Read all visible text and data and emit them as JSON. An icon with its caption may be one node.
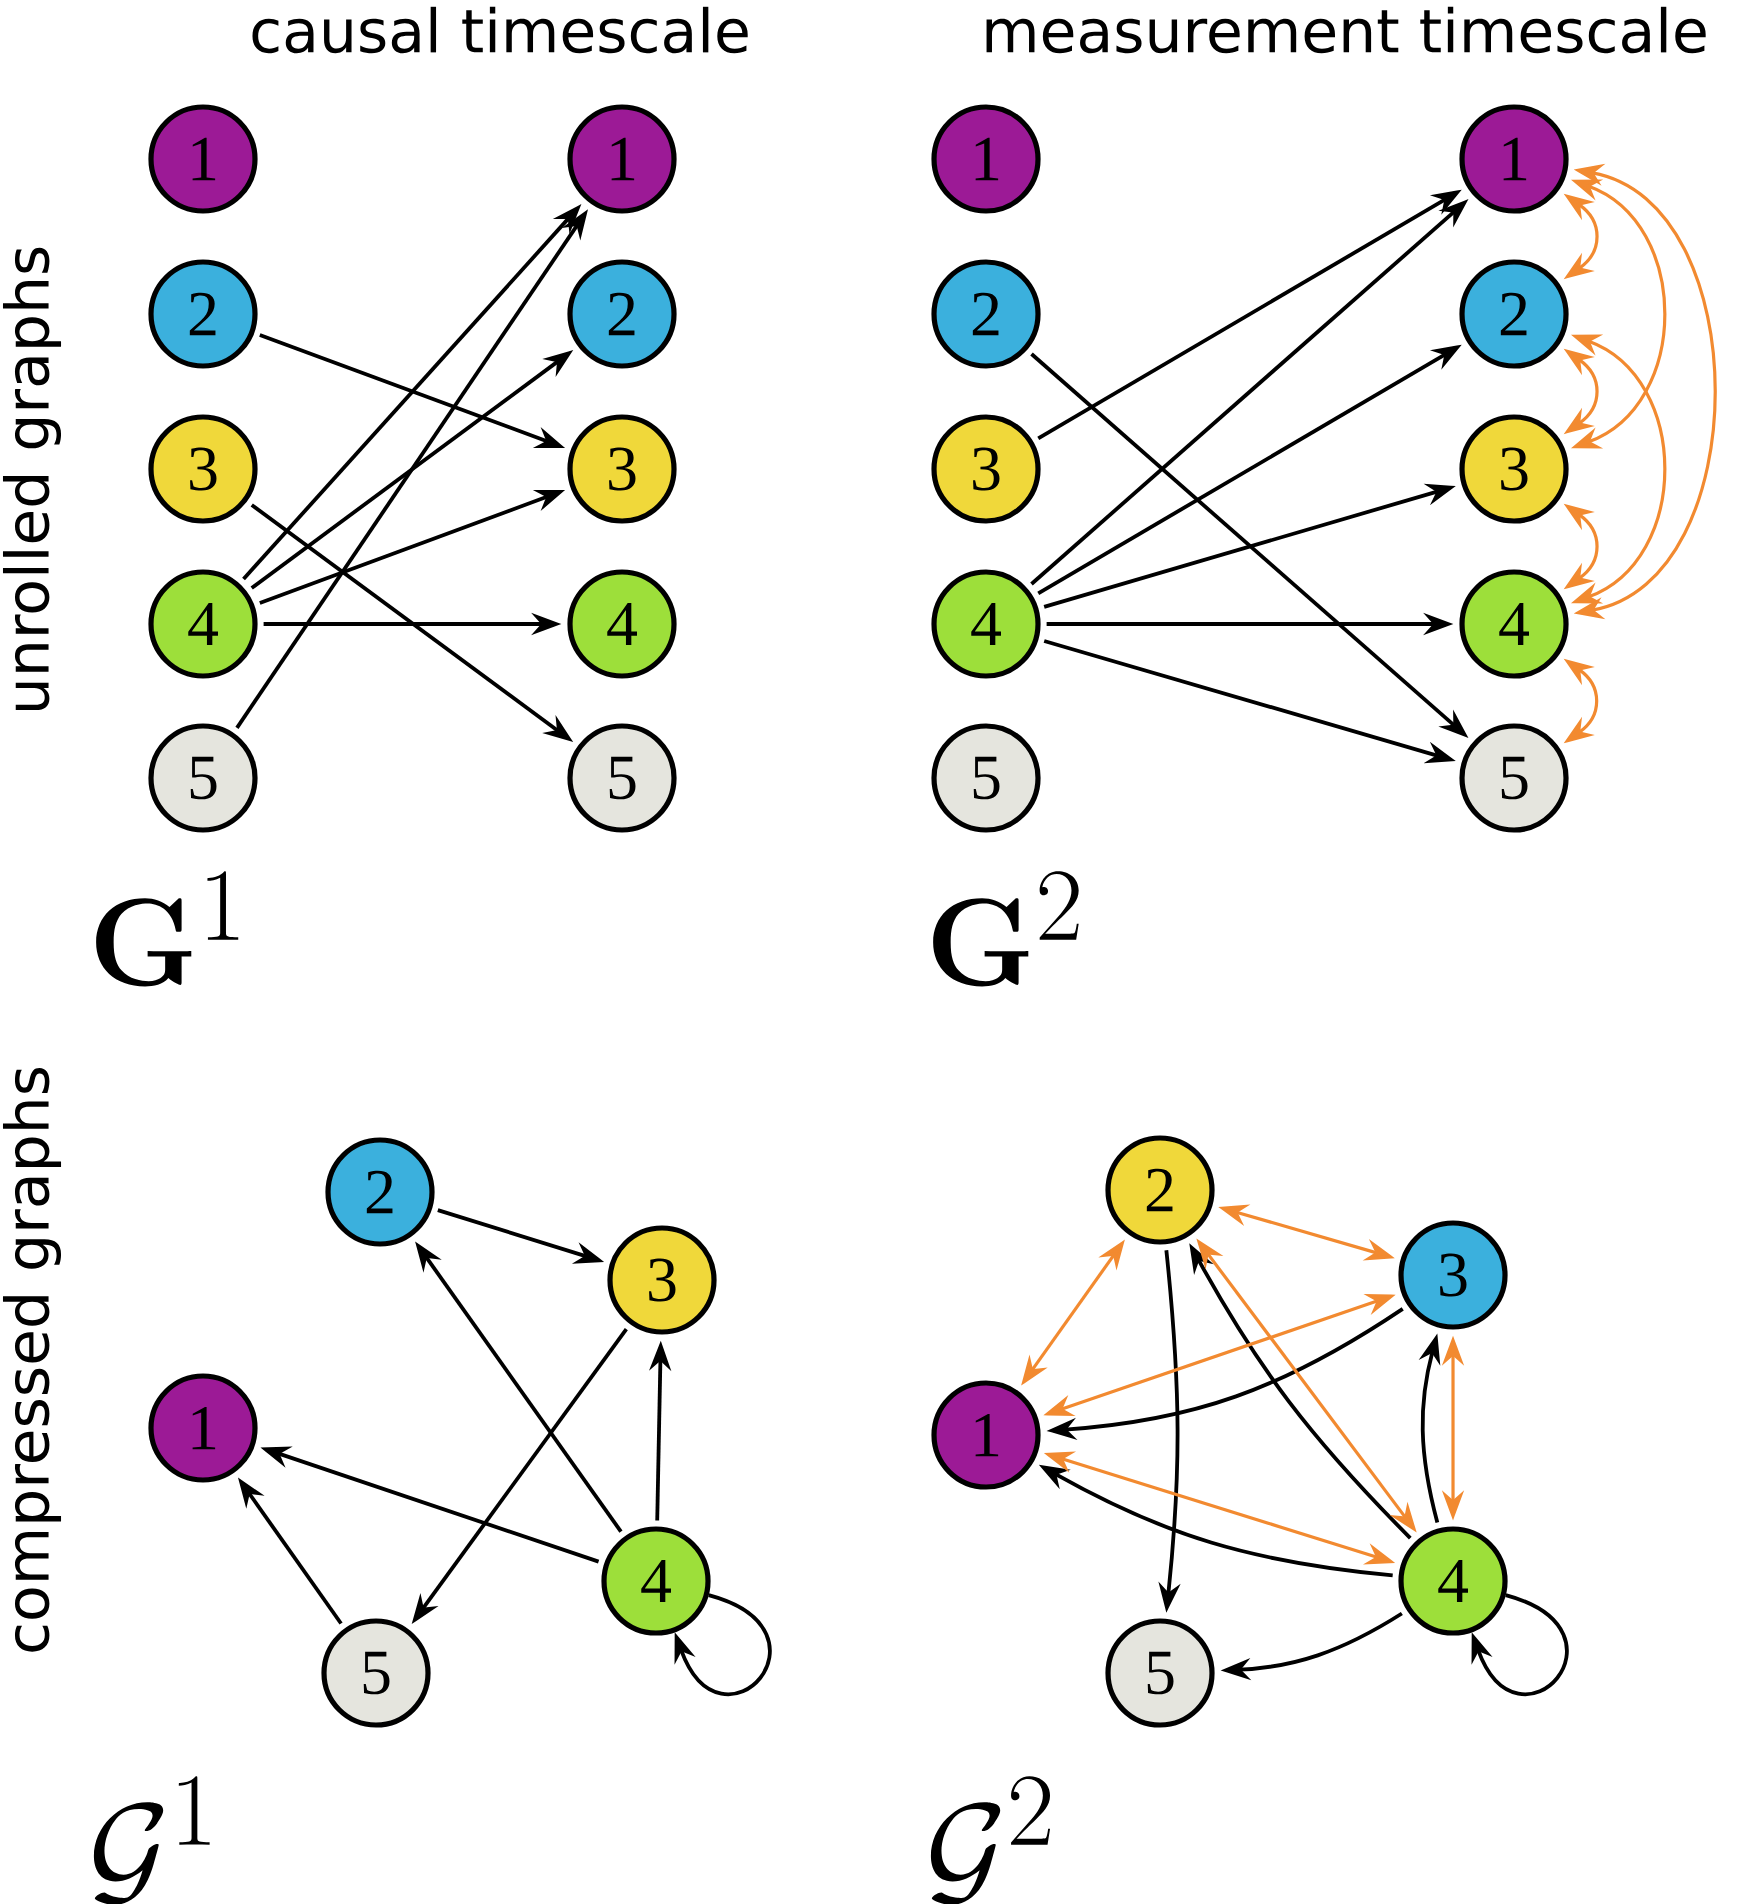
{
  "diagram": {
    "nodes": [
      {
        "text": [
          "1"
        ]
      },
      {
        "text": [
          "2"
        ]
      },
      {
        "text": [
          "3"
        ]
      },
      {
        "text": [
          "4"
        ]
      },
      {
        "text": [
          "5"
        ]
      },
      {
        "text": [
          "1"
        ]
      },
      {
        "text": [
          "2"
        ]
      },
      {
        "text": [
          "3"
        ]
      },
      {
        "text": [
          "4"
        ]
      },
      {
        "text": [
          "5"
        ]
      },
      {
        "text": [
          "1"
        ]
      },
      {
        "text": [
          "2"
        ]
      },
      {
        "text": [
          "3"
        ]
      },
      {
        "text": [
          "4"
        ]
      },
      {
        "text": [
          "5"
        ]
      },
      {
        "text": [
          "1"
        ]
      },
      {
        "text": [
          "2"
        ]
      },
      {
        "text": [
          "3"
        ]
      },
      {
        "text": [
          "4"
        ]
      },
      {
        "text": [
          "5"
        ]
      },
      {
        "text": [
          "2"
        ]
      },
      {
        "text": [
          "3"
        ]
      },
      {
        "text": [
          "1"
        ]
      },
      {
        "text": [
          "4"
        ]
      },
      {
        "text": [
          "5"
        ]
      },
      {
        "text": [
          "2"
        ]
      },
      {
        "text": [
          "3"
        ]
      },
      {
        "text": [
          "1"
        ]
      },
      {
        "text": [
          "4"
        ]
      },
      {
        "text": [
          "5"
        ]
      }
    ],
    "edges": [
      {
        "from": 1,
        "to": 7,
        "arrow": "to"
      },
      {
        "from": 2,
        "to": 9,
        "arrow": "to"
      },
      {
        "from": 3,
        "to": 5,
        "arrow": "to"
      },
      {
        "from": 4,
        "to": 5,
        "arrow": "to"
      },
      {
        "from": 3,
        "to": 6,
        "arrow": "to"
      },
      {
        "from": 3,
        "to": 7,
        "arrow": "to"
      },
      {
        "from": 3,
        "to": 8,
        "arrow": "to"
      },
      {
        "from": 12,
        "to": 15,
        "arrow": "to"
      },
      {
        "from": 13,
        "to": 15,
        "arrow": "to"
      },
      {
        "from": 13,
        "to": 16,
        "arrow": "to"
      },
      {
        "from": 13,
        "to": 17,
        "arrow": "to"
      },
      {
        "from": 13,
        "to": 18,
        "arrow": "to"
      },
      {
        "from": 13,
        "to": 19,
        "arrow": "to"
      },
      {
        "from": 11,
        "to": 19,
        "arrow": "to"
      },
      {
        "from": 15,
        "to": 16,
        "arrow": "both",
        "color": "#f28a30"
      },
      {
        "from": 15,
        "to": 17,
        "arrow": "both",
        "color": "#f28a30"
      },
      {
        "from": 15,
        "to": 18,
        "arrow": "both",
        "color": "#f28a30"
      },
      {
        "from": 16,
        "to": 17,
        "arrow": "both",
        "color": "#f28a30"
      },
      {
        "from": 16,
        "to": 18,
        "arrow": "both",
        "color": "#f28a30"
      },
      {
        "from": 17,
        "to": 18,
        "arrow": "both",
        "color": "#f28a30"
      },
      {
        "from": 18,
        "to": 19,
        "arrow": "both",
        "color": "#f28a30"
      },
      {
        "from": 20,
        "to": 21,
        "arrow": "to"
      },
      {
        "from": 23,
        "to": 20,
        "arrow": "to"
      },
      {
        "from": 23,
        "to": 21,
        "arrow": "to"
      },
      {
        "from": 21,
        "to": 24,
        "arrow": "to"
      },
      {
        "from": 23,
        "to": 22,
        "arrow": "to"
      },
      {
        "from": 24,
        "to": 22,
        "arrow": "to"
      },
      {
        "from": 23,
        "to": 23,
        "arrow": "to"
      },
      {
        "from": 25,
        "to": 29,
        "arrow": "to"
      },
      {
        "from": 26,
        "to": 27,
        "arrow": "to"
      },
      {
        "from": 28,
        "to": 27,
        "arrow": "to"
      },
      {
        "from": 28,
        "to": 25,
        "arrow": "to"
      },
      {
        "from": 28,
        "to": 26,
        "arrow": "to"
      },
      {
        "from": 28,
        "to": 29,
        "arrow": "to"
      },
      {
        "from": 28,
        "to": 28,
        "arrow": "to"
      },
      {
        "from": 25,
        "to": 26,
        "arrow": "both",
        "color": "#f28a30"
      },
      {
        "from": 27,
        "to": 25,
        "arrow": "both",
        "color": "#f28a30"
      },
      {
        "from": 27,
        "to": 26,
        "arrow": "both",
        "color": "#f28a30"
      },
      {
        "from": 27,
        "to": 28,
        "arrow": "both",
        "color": "#f28a30"
      },
      {
        "from": 25,
        "to": 28,
        "arrow": "both",
        "color": "#f28a30"
      },
      {
        "from": 26,
        "to": 28,
        "arrow": "both",
        "color": "#f28a30"
      }
    ],
    "labels": [
      "causal timescale",
      "measurement timescale",
      "unrolled graphs",
      "\\mathbf{G}^1",
      "\\mathbf{G}^2",
      "compressed graphs",
      "\\mathcal{G}^1",
      "\\mathcal{G}^2"
    ]
  }
}
